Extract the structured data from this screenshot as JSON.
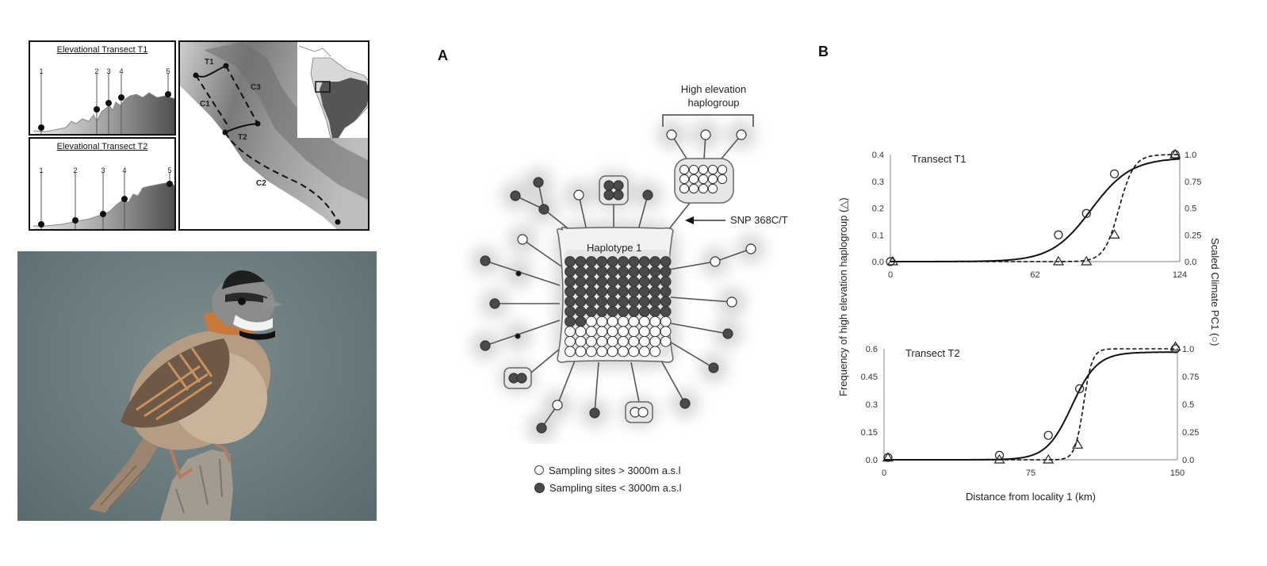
{
  "figure": {
    "transects_panel": {
      "t1": {
        "title": "Elevational Transect T1",
        "site_labels": [
          "1",
          "2",
          "3",
          "4",
          "5"
        ]
      },
      "t2": {
        "title": "Elevational Transect T2",
        "site_labels": [
          "1",
          "2",
          "3",
          "4",
          "5"
        ]
      }
    },
    "map_panel": {
      "labels": {
        "t1": "T1",
        "t2": "T2",
        "c1": "C1",
        "c2": "C2",
        "c3": "C3"
      }
    },
    "panel_a": {
      "letter": "A",
      "high_elevation_label_line1": "High elevation",
      "high_elevation_label_line2": "haplogroup",
      "snp_label": "SNP 368C/T",
      "central_node_label": "Haplotype 1",
      "central_node_counts": {
        "dark": 62,
        "white": 37
      },
      "high_elev_node_count_white": 14,
      "legend": [
        {
          "symbol": "open-circle",
          "label": "Sampling sites > 3000m a.s.l"
        },
        {
          "symbol": "filled-circle",
          "label": "Sampling sites < 3000m a.s.l"
        }
      ],
      "colors": {
        "dark_node": "#4a4a4a",
        "white_node": "#ffffff",
        "edge": "#555555"
      }
    },
    "panel_b": {
      "letter": "B"
    }
  },
  "chart_data": [
    {
      "type": "line",
      "title": "Transect T1",
      "xlabel": "Distance from locality 1 (km)",
      "ylabel": "Frequency of high elevation haplogroup (△)",
      "y2label": "Scaled Climate PC1 (○)",
      "xlim": [
        0,
        124
      ],
      "ylim": [
        0,
        0.4
      ],
      "y2lim": [
        0,
        1.0
      ],
      "x_ticks": [
        "0",
        "62",
        "124"
      ],
      "y_ticks": [
        "0.0",
        "0.1",
        "0.2",
        "0.3",
        "0.4"
      ],
      "y2_ticks": [
        "0.0",
        "0.25",
        "0.5",
        "0.75",
        "1.0"
      ],
      "series": [
        {
          "name": "Haplogroup frequency (triangles)",
          "axis": "left",
          "marker": "triangle",
          "x": [
            1,
            72,
            84,
            96,
            122
          ],
          "y": [
            0.0,
            0.0,
            0.0,
            0.1,
            0.4
          ]
        },
        {
          "name": "Scaled Climate PC1 (circles)",
          "axis": "right",
          "marker": "circle",
          "x": [
            0,
            72,
            84,
            96,
            122
          ],
          "y": [
            0.0,
            0.25,
            0.45,
            0.82,
            1.0
          ]
        },
        {
          "name": "Cline fit haplogroup (dashed)",
          "axis": "left",
          "style": "dashed",
          "center": 98,
          "width": 3.2
        },
        {
          "name": "Cline fit climate (solid)",
          "axis": "right",
          "style": "solid",
          "center": 86,
          "width": 8.5
        }
      ]
    },
    {
      "type": "line",
      "title": "Transect T2",
      "xlabel": "Distance from locality 1 (km)",
      "ylabel": "Frequency of high elevation haplogroup (△)",
      "y2label": "Scaled Climate PC1 (○)",
      "xlim": [
        0,
        150
      ],
      "ylim": [
        0,
        0.6
      ],
      "y2lim": [
        0,
        1.0
      ],
      "x_ticks": [
        "0",
        "75",
        "150"
      ],
      "y_ticks": [
        "0.0",
        "0.15",
        "0.3",
        "0.45",
        "0.6"
      ],
      "y2_ticks": [
        "0.0",
        "0.25",
        "0.5",
        "0.75",
        "1.0"
      ],
      "series": [
        {
          "name": "Haplogroup frequency (triangles)",
          "axis": "left",
          "marker": "triangle",
          "x": [
            2,
            59,
            84,
            99,
            149
          ],
          "y": [
            0.01,
            0.0,
            0.0,
            0.08,
            0.61
          ]
        },
        {
          "name": "Scaled Climate PC1 (circles)",
          "axis": "right",
          "marker": "circle",
          "x": [
            2,
            59,
            84,
            100,
            149
          ],
          "y": [
            0.02,
            0.04,
            0.22,
            0.64,
            1.0
          ]
        },
        {
          "name": "Cline fit haplogroup (dashed)",
          "axis": "left",
          "style": "dashed",
          "center": 102,
          "width": 2.2
        },
        {
          "name": "Cline fit climate (solid)",
          "axis": "right",
          "style": "solid",
          "center": 96,
          "width": 6.5
        }
      ]
    }
  ]
}
